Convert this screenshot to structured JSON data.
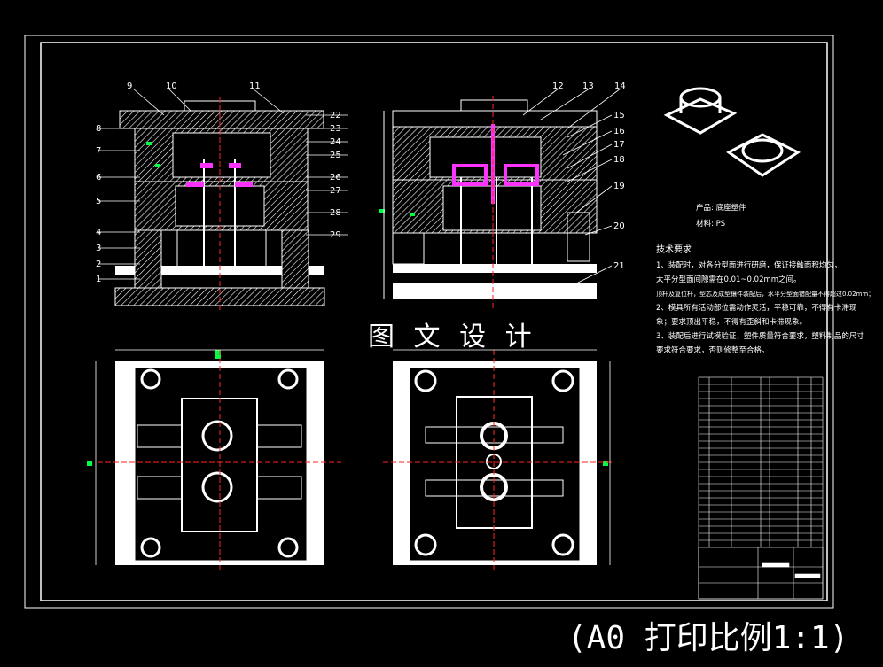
{
  "drawing": {
    "watermark": "图 文 设 计",
    "print_scale": "(A0 打印比例1:1)",
    "part_labels_left": [
      "9",
      "10",
      "11",
      "22",
      "23",
      "24",
      "25",
      "26",
      "27",
      "28",
      "29",
      "8",
      "7",
      "6",
      "5",
      "4",
      "3",
      "2",
      "1"
    ],
    "part_labels_right": [
      "12",
      "13",
      "14",
      "15",
      "16",
      "17",
      "18",
      "19",
      "20",
      "21"
    ],
    "product_name": "产品: 底座塑件",
    "material": "材料: PS",
    "tech_req_title": "技术要求",
    "tech_req_lines": [
      "1、装配时，对各分型面进行研磨，保证接触面积均匀，",
      "太平分型面间隙需在0.01~0.02mm之间。",
      "顶杆及复位杆，型芯及成型镶件装配后，水平分型面错配量不得超过0.02mm；",
      "2、模具所有活动部位需动作灵活，平稳可靠，不得有卡滞现",
      "象；要求顶出平稳，不得有歪斜和卡滞现象。",
      "3、装配后进行试模验证，塑件质量符合要求，塑料制品的尺寸",
      "要求符合要求，否则修整至合格。"
    ]
  },
  "colors": {
    "background": "#000000",
    "line": "#ffffff",
    "accent_magenta": "#ff33ff",
    "accent_green": "#00ff44",
    "accent_red": "#ff2222"
  }
}
